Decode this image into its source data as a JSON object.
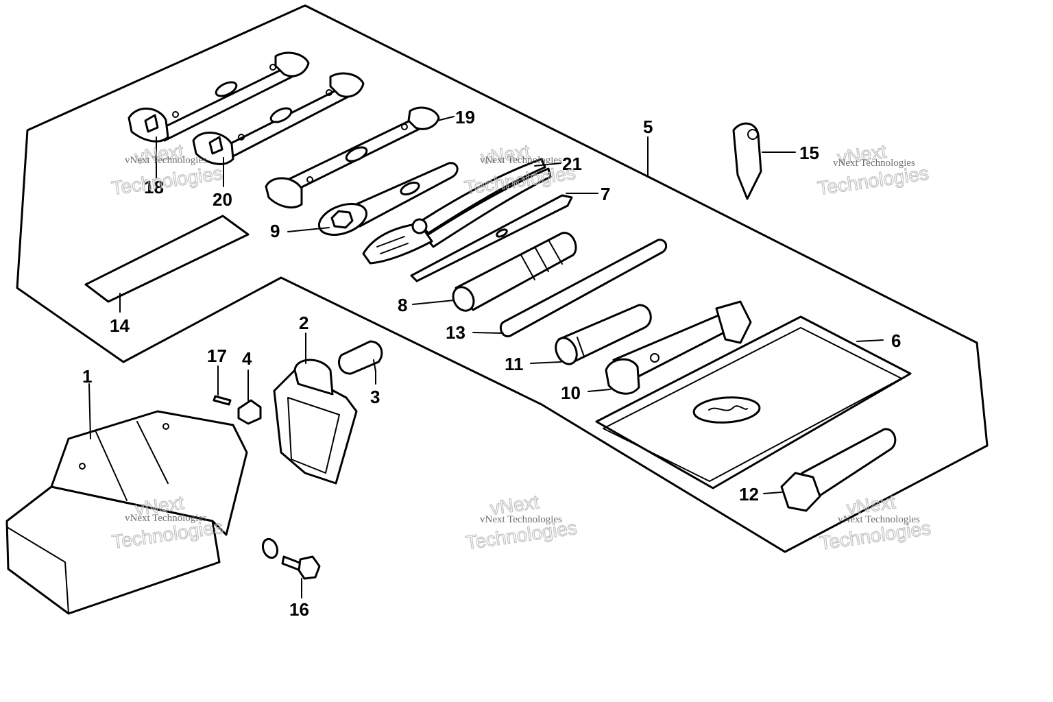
{
  "callouts": [
    {
      "id": "1",
      "label": "1"
    },
    {
      "id": "2",
      "label": "2"
    },
    {
      "id": "3",
      "label": "3"
    },
    {
      "id": "4",
      "label": "4"
    },
    {
      "id": "5",
      "label": "5"
    },
    {
      "id": "6",
      "label": "6"
    },
    {
      "id": "7",
      "label": "7"
    },
    {
      "id": "8",
      "label": "8"
    },
    {
      "id": "9",
      "label": "9"
    },
    {
      "id": "10",
      "label": "10"
    },
    {
      "id": "11",
      "label": "11"
    },
    {
      "id": "12",
      "label": "12"
    },
    {
      "id": "13",
      "label": "13"
    },
    {
      "id": "14",
      "label": "14"
    },
    {
      "id": "15",
      "label": "15"
    },
    {
      "id": "16",
      "label": "16"
    },
    {
      "id": "17",
      "label": "17"
    },
    {
      "id": "18",
      "label": "18"
    },
    {
      "id": "19",
      "label": "19"
    },
    {
      "id": "20",
      "label": "20"
    },
    {
      "id": "21",
      "label": "21"
    }
  ],
  "watermark": {
    "small": "vNext Technologies",
    "big_line1": "vNext",
    "big_line2": "Technologies"
  }
}
